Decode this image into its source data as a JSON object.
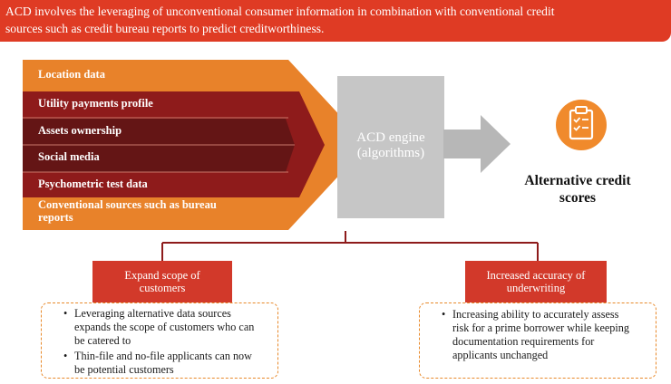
{
  "banner": {
    "line1": "ACD involves the leveraging of unconventional consumer information in combination with conventional credit",
    "line2": "sources such as credit bureau reports to predict creditworthiness."
  },
  "inputs": [
    "Location data",
    "Utility payments profile",
    "Assets ownership",
    "Social media",
    "Psychometric test data",
    "Conventional sources such as bureau",
    "reports"
  ],
  "engine": {
    "line1": "ACD engine",
    "line2": "(algorithms)"
  },
  "result": {
    "line1": "Alternative credit",
    "line2": "scores",
    "icon": "clipboard-checklist-icon"
  },
  "benefits": [
    {
      "title_line1": "Expand scope of",
      "title_line2": "customers",
      "bullets": [
        {
          "lines": [
            "Leveraging alternative data sources",
            "expands the scope of customers who can",
            "be catered to"
          ]
        },
        {
          "lines": [
            "Thin-file and no-file applicants can now",
            "be potential customers"
          ]
        }
      ]
    },
    {
      "title_line1": "Increased accuracy of",
      "title_line2": "underwriting",
      "bullets": [
        {
          "lines": [
            "Increasing ability to accurately assess",
            "risk for a prime borrower while keeping",
            "documentation requirements for",
            "applicants unchanged"
          ]
        }
      ]
    }
  ],
  "colors": {
    "banner_red": "#df3b24",
    "orange": "#e8822a",
    "dark_red": "#8e1b1b",
    "maroon": "#641515",
    "engine_gray": "#c6c6c6",
    "box_red": "#d2392a"
  }
}
